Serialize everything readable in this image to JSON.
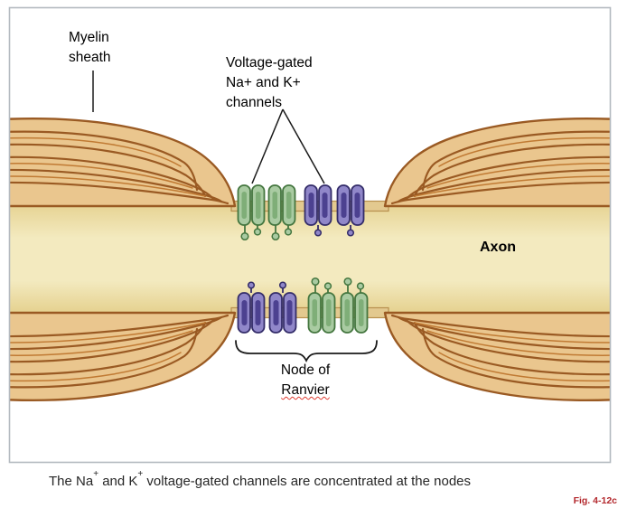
{
  "figure": {
    "myelin_label": {
      "line1": "Myelin",
      "line2": "sheath"
    },
    "channels_label": {
      "line1": "Voltage-gated",
      "line2": "Na+ and K+",
      "line3": "channels"
    },
    "axon_label": "Axon",
    "node_label": {
      "line1": "Node of",
      "line2": "Ranvier"
    },
    "caption": {
      "part1": "The Na",
      "sup1": "+",
      "part2": " and K",
      "sup2": "+",
      "part3": " voltage-gated channels are concentrated at the nodes"
    },
    "fig_ref": "Fig. 4-12c"
  },
  "colors": {
    "myelin_fill": "#eac68e",
    "myelin_outline": "#9a5a23",
    "myelin_accent": "#c07a33",
    "axon_fill": "#f3eabf",
    "axon_edge": "#c49a57",
    "node_membrane": "#e3c98f",
    "channel_green_fill": "#a9cba2",
    "channel_green_outline": "#44763f",
    "channel_purple_fill": "#9087c9",
    "channel_purple_outline": "#332c69",
    "channel_purple_core": "#4c4190",
    "label_color": "#000000",
    "caption_color": "#262626",
    "fig_ref_color": "#b3282d",
    "border_color": "#b4bac0",
    "spellcheck_underline": "#e03c31"
  }
}
